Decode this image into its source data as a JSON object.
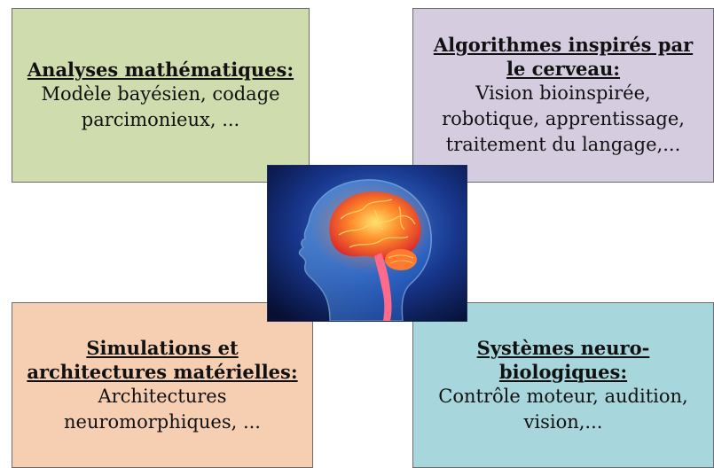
{
  "colors": {
    "top_left_fill": "#cfdcae",
    "top_right_fill": "#d6cce0",
    "bottom_left_fill": "#f6cfb3",
    "bottom_right_fill": "#a7d6dd"
  },
  "boxes": {
    "top_left": {
      "title": "Analyses mathématiques:",
      "lines": [
        "Modèle bayésien, codage",
        "parcimonieux, ..."
      ]
    },
    "top_right": {
      "title_lines": [
        "Algorithmes inspirés par",
        "le cerveau:"
      ],
      "lines": [
        "Vision bioinspirée,",
        "robotique, apprentissage,",
        "traitement du langage,..."
      ]
    },
    "bottom_left": {
      "title_lines": [
        "Simulations et",
        "architectures matérielles:"
      ],
      "lines": [
        "Architectures",
        "neuromorphiques, ..."
      ]
    },
    "bottom_right": {
      "title_lines": [
        "Systèmes neuro-",
        "biologiques:"
      ],
      "lines": [
        "Contrôle moteur, audition,",
        "vision,..."
      ]
    }
  },
  "center_image": {
    "icon": "brain-head-icon"
  }
}
